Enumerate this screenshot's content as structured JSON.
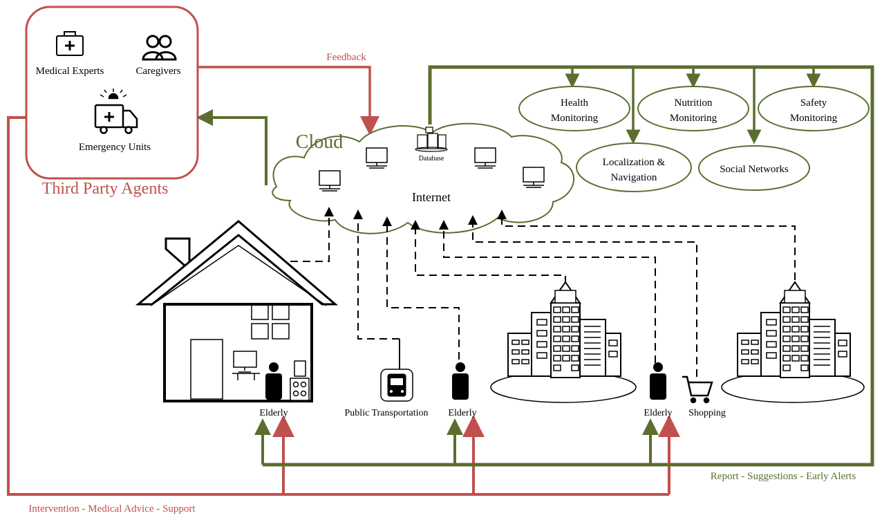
{
  "third_party": {
    "title": "Third Party Agents",
    "medical_experts": "Medical Experts",
    "caregivers": "Caregivers",
    "emergency_units": "Emergency Units"
  },
  "flows": {
    "feedback": "Feedback",
    "report": "Report - Suggestions - Early Alerts",
    "intervention": "Intervention - Medical Advice - Support"
  },
  "cloud": {
    "title": "Cloud",
    "internet": "Internet",
    "database": "Database"
  },
  "services": {
    "health": [
      "Health",
      "Monitoring"
    ],
    "nutrition": [
      "Nutrition",
      "Monitoring"
    ],
    "safety": [
      "Safety",
      "Monitoring"
    ],
    "localization": [
      "Localization &",
      "Navigation"
    ],
    "social": "Social Networks"
  },
  "scene": {
    "elderly_home": "Elderly",
    "public_transportation": "Public Transportation",
    "elderly_street": "Elderly",
    "elderly_city": "Elderly",
    "shopping": "Shopping"
  },
  "colors": {
    "red": "#c0504d",
    "green": "#5b6e2f",
    "ink": "#000000"
  }
}
